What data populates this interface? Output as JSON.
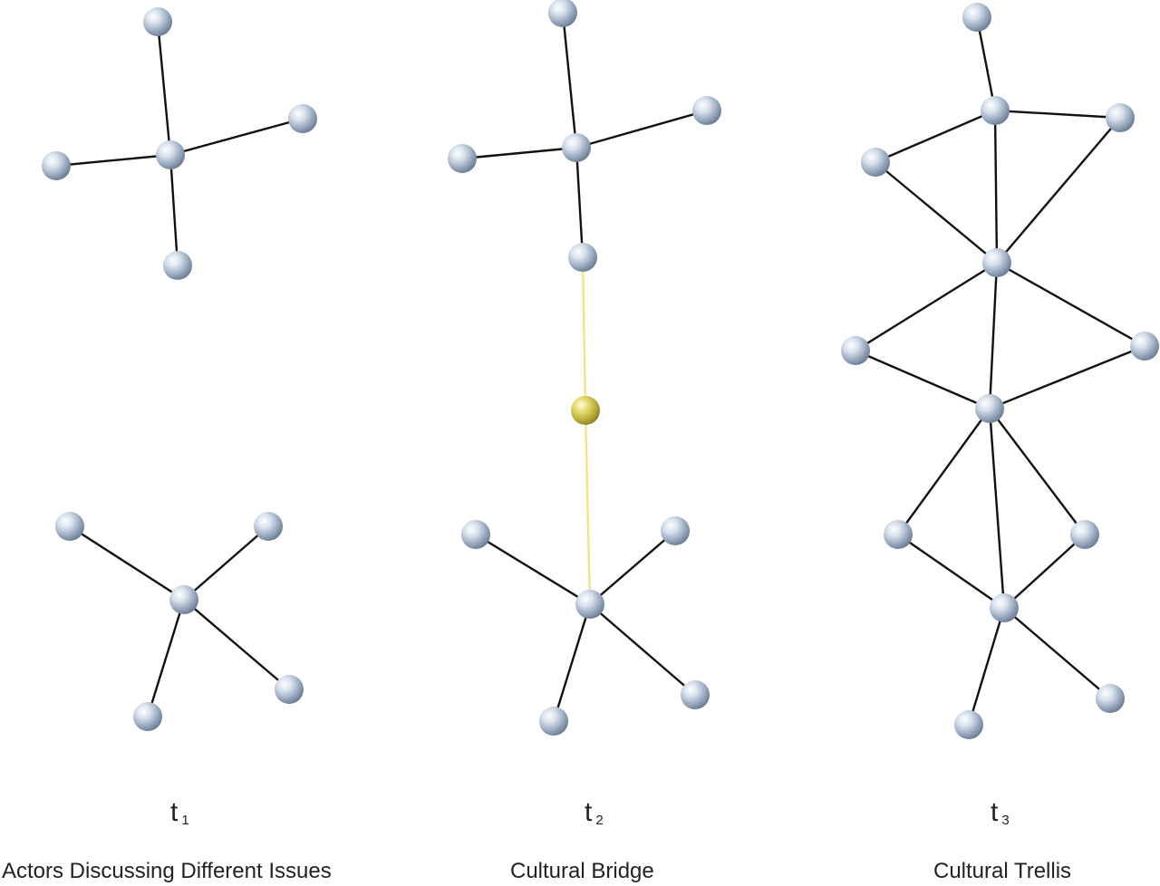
{
  "colors": {
    "edge": "#111111",
    "bridge_edge": "#f0e48a",
    "node": "#b8c8dc",
    "bridge_node": "#d8cc5a"
  },
  "panels": [
    {
      "time_main": "t",
      "time_sub": "1",
      "caption": "Actors Discussing Different Issues"
    },
    {
      "time_main": "t",
      "time_sub": "2",
      "caption": "Cultural Bridge"
    },
    {
      "time_main": "t",
      "time_sub": "3",
      "caption": "Cultural Trellis"
    }
  ]
}
